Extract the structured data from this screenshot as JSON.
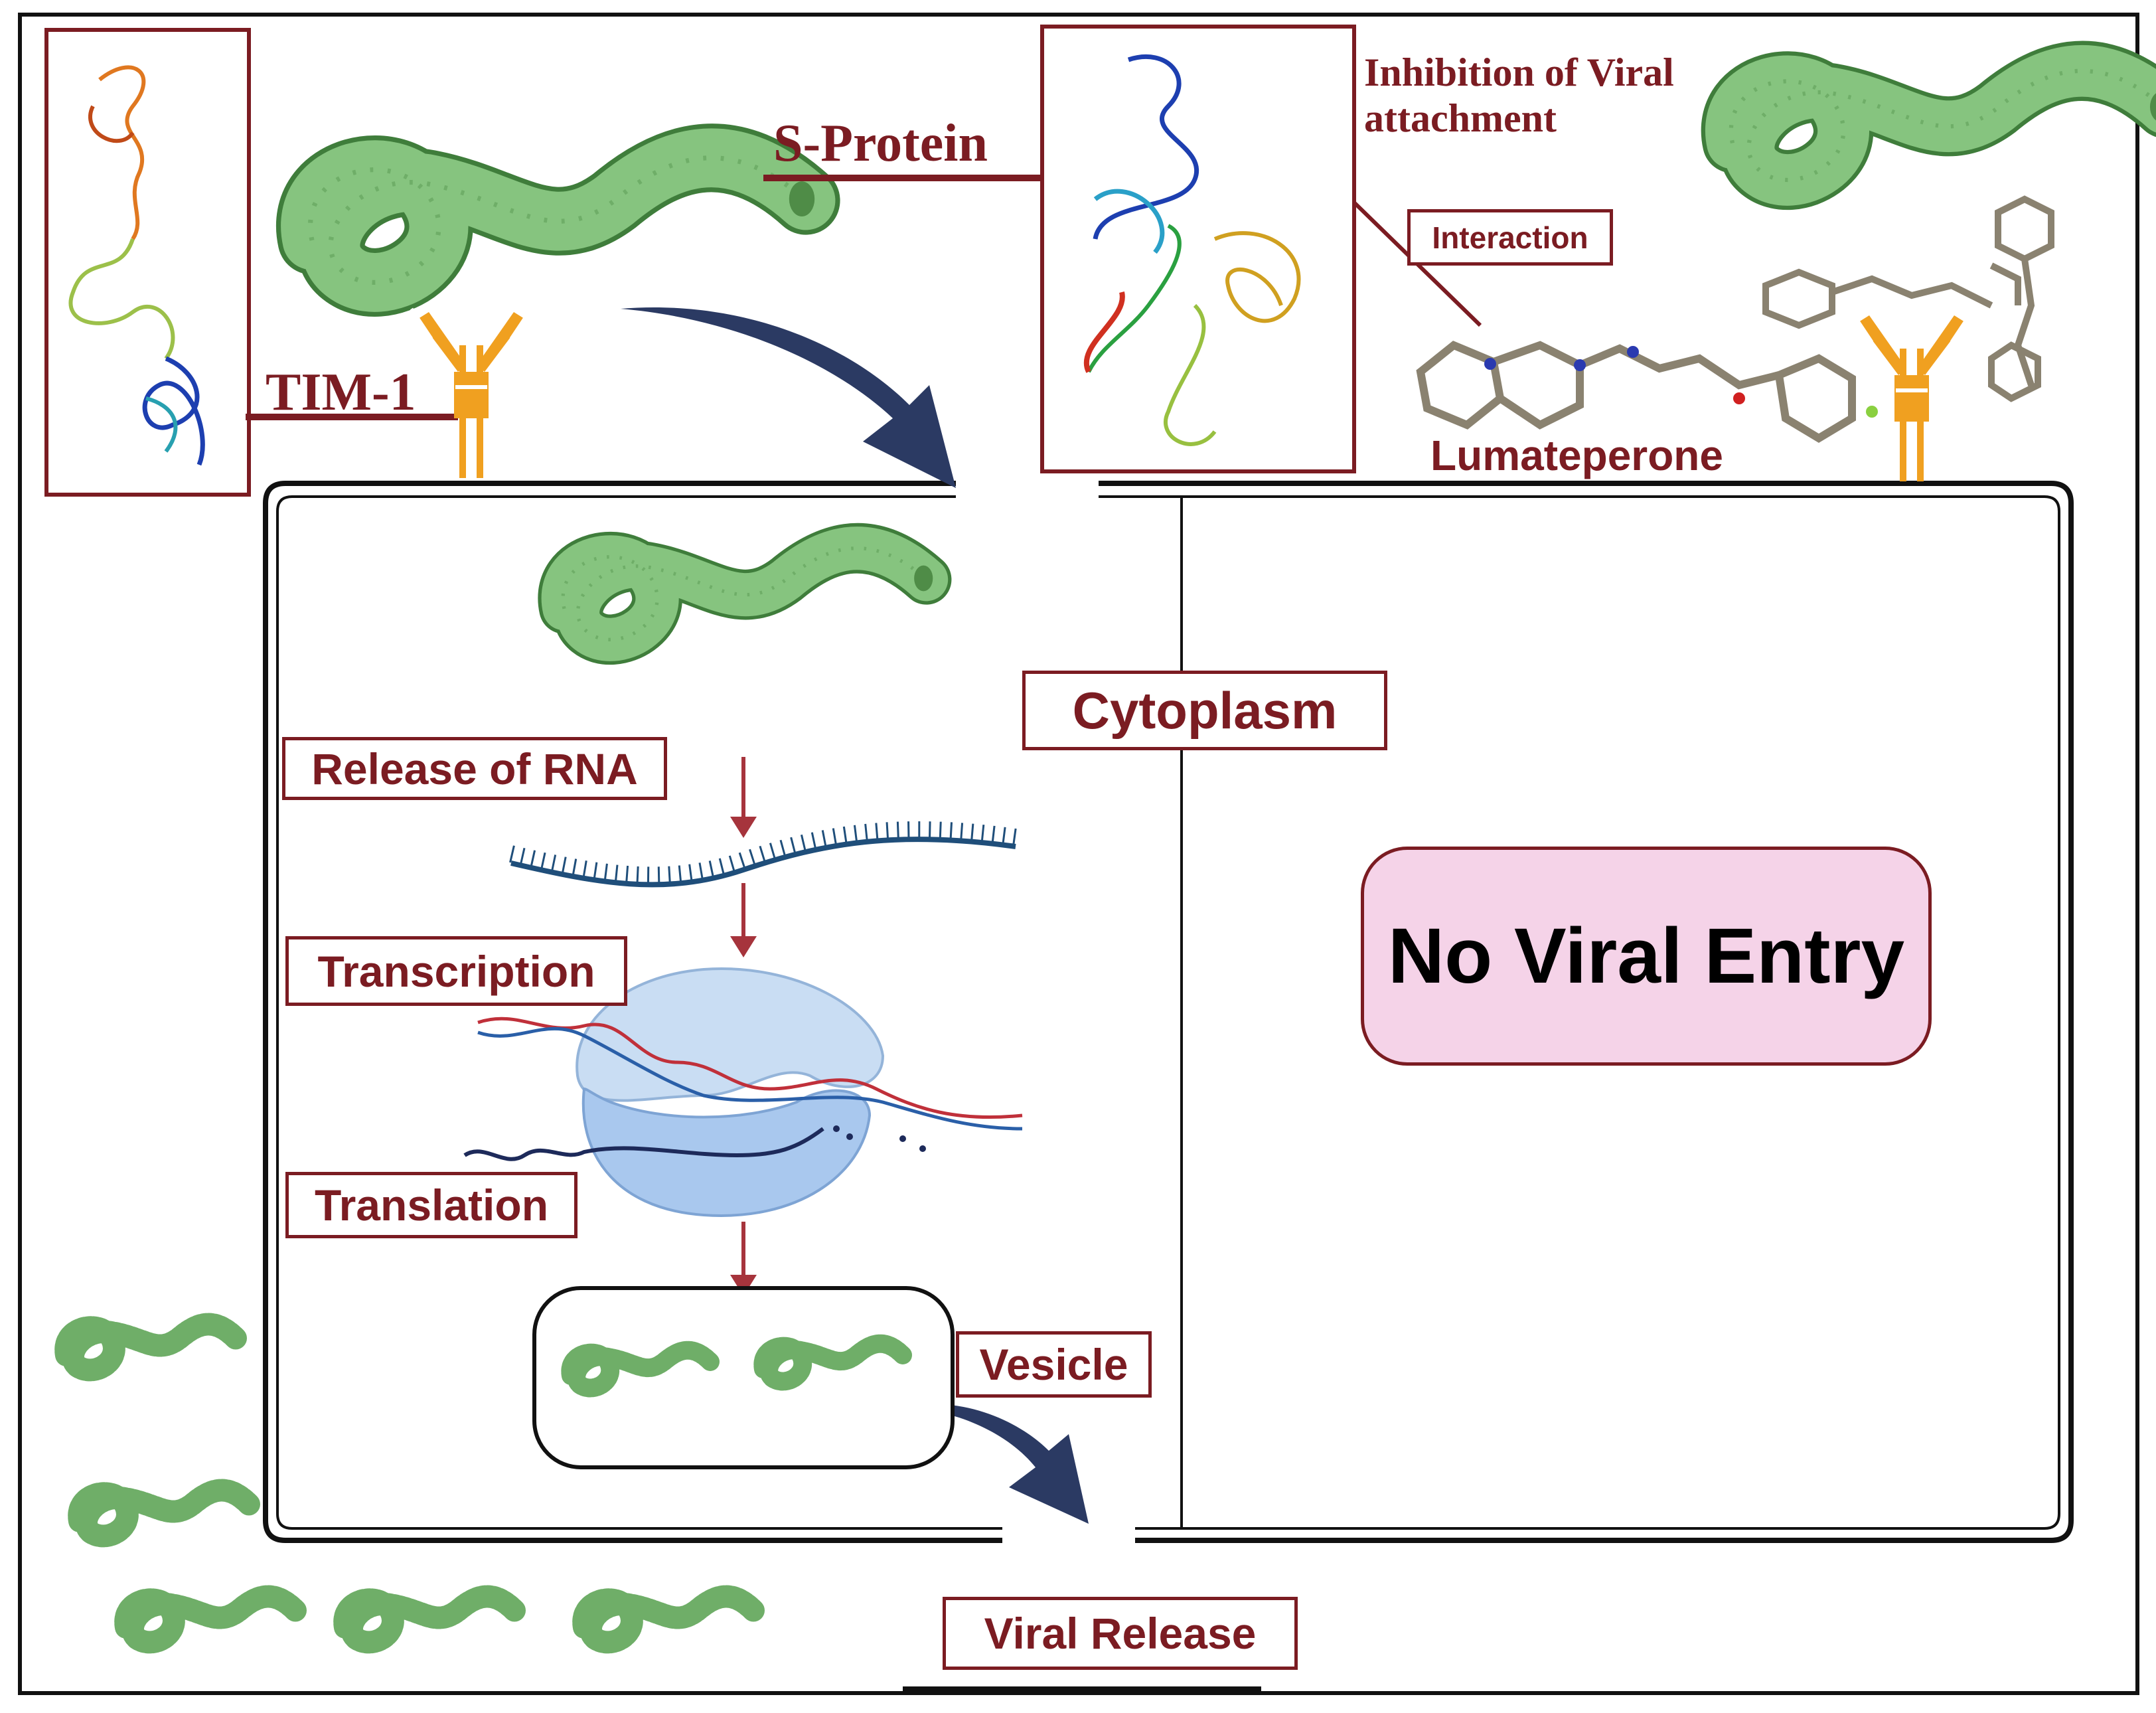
{
  "labels": {
    "tim1": "TIM-1",
    "s_protein": "S-Protein",
    "inhibition": "Inhibition of Viral attachment",
    "interaction": "Interaction",
    "lumateperone": "Lumateperone",
    "cytoplasm": "Cytoplasm",
    "release_rna": "Release of RNA",
    "transcription": "Transcription",
    "translation": "Translation",
    "vesicle": "Vesicle",
    "viral_release": "Viral Release",
    "no_viral_entry": "No Viral Entry"
  },
  "colors": {
    "label_red": "#7b1c22",
    "virus_green": "#7fbf78",
    "arrow_navy": "#2b3a63",
    "flow_arrow": "#a6343c",
    "receptor_orange": "#f0a020",
    "ribosome_blue": "#b9d3f0",
    "no_entry_fill": "#f5d3e8"
  },
  "icons": [
    "virus-icon",
    "protein-structure-icon",
    "receptor-icon",
    "molecule-icon",
    "ribosome-icon",
    "rna-strand-icon"
  ]
}
